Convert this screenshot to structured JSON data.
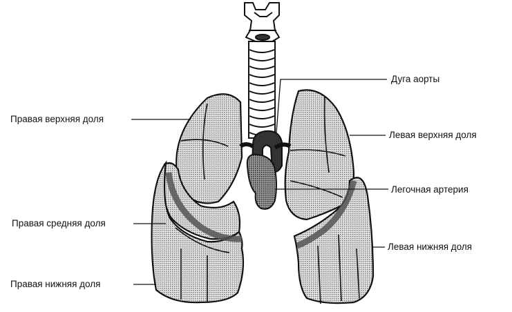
{
  "labels": {
    "right_upper_lobe": "Правая верхняя доля",
    "right_middle_lobe": "Правая средняя доля",
    "right_lower_lobe": "Правая нижняя доля",
    "aortic_arch": "Дуга аорты",
    "left_upper_lobe": "Левая верхняя доля",
    "pulmonary_artery": "Легочная артерия",
    "left_lower_lobe": "Левая нижняя доля"
  },
  "colors": {
    "ink": "#111111",
    "lung_fill": "#b9b9b9",
    "dark_band": "#555555",
    "vessel": "#2b2b2b"
  }
}
